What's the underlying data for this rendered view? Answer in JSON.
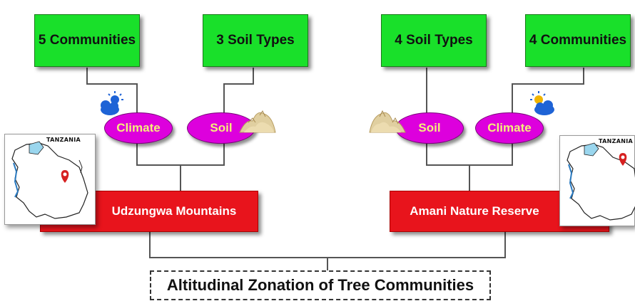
{
  "title": "Altitudinal Zonation of Tree Communities",
  "left": {
    "site": "Udzungwa Mountains",
    "climate_label": "Climate",
    "soil_label": "Soil",
    "communities_label": "5 Communities",
    "soil_types_label": "3 Soil Types",
    "map_label": "TANZANIA"
  },
  "right": {
    "site": "Amani Nature Reserve",
    "climate_label": "Climate",
    "soil_label": "Soil",
    "communities_label": "4 Communities",
    "soil_types_label": "4 Soil Types",
    "map_label": "TANZANIA"
  },
  "colors": {
    "green_box": "#19e02a",
    "red_box": "#e8141c",
    "oval": "#dd00dd",
    "oval_text": "#f5ef7a"
  }
}
